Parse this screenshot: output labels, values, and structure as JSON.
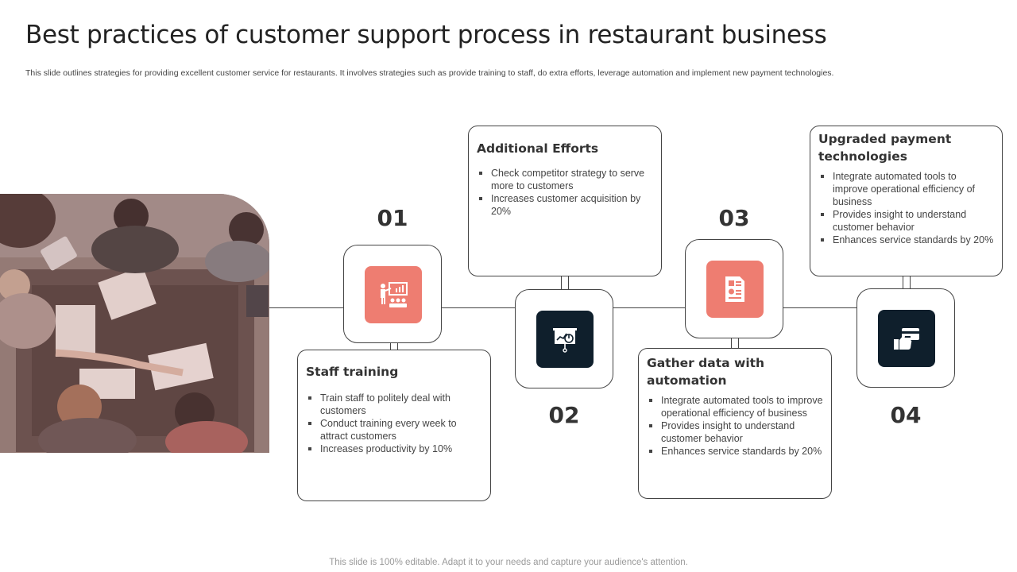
{
  "slide": {
    "title": "Best practices of customer support process in restaurant business",
    "subtitle": "This slide outlines strategies for providing excellent customer service for restaurants. It involves strategies such as provide training to staff, do extra efforts, leverage automation and implement new payment technologies.",
    "footer": "This slide is 100% editable. Adapt it to your needs and capture your audience's attention."
  },
  "colors": {
    "coral": "#ee7d71",
    "navy": "#0f1f2c",
    "border": "#444444"
  },
  "steps": [
    {
      "number": "01",
      "icon": "presentation-training-icon",
      "title": "Staff training",
      "bullets": [
        "Train staff to politely deal with customers",
        "Conduct training every week to attract customers",
        "Increases productivity by 10%"
      ]
    },
    {
      "number": "02",
      "icon": "analytics-board-icon",
      "title": "Additional Efforts",
      "bullets": [
        "Check competitor strategy to serve more to customers",
        "Increases customer acquisition by 20%"
      ]
    },
    {
      "number": "03",
      "icon": "report-document-icon",
      "title": "Gather data with automation",
      "bullets": [
        "Integrate automated tools to improve operational efficiency of business",
        "Provides insight to understand customer behavior",
        "Enhances service standards by 20%"
      ]
    },
    {
      "number": "04",
      "icon": "payment-card-icon",
      "title": "Upgraded payment technologies",
      "bullets": [
        "Integrate automated tools to improve operational efficiency of business",
        "Provides insight to understand customer behavior",
        "Enhances service standards by 20%"
      ]
    }
  ]
}
